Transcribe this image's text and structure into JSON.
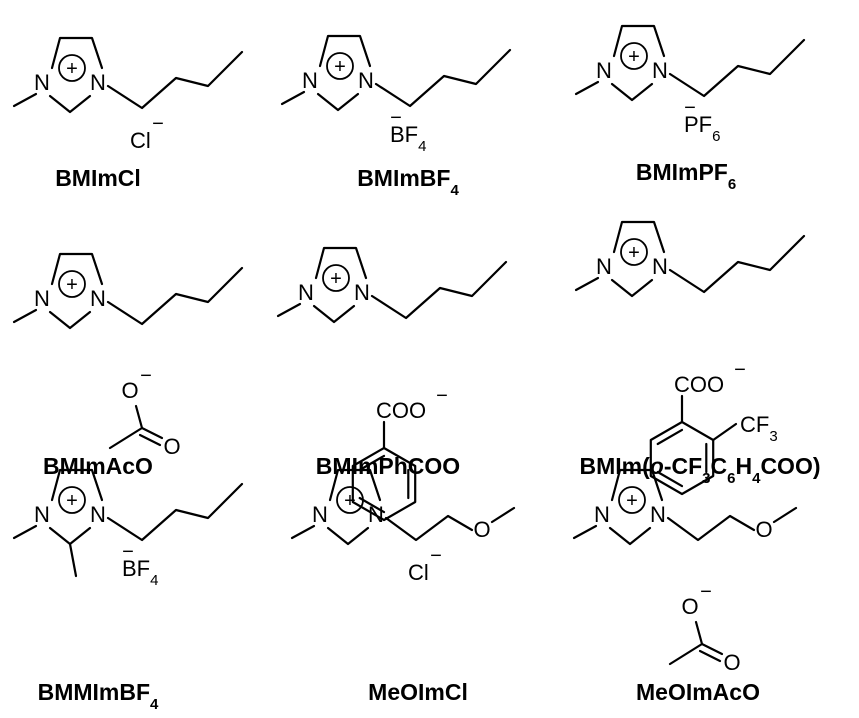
{
  "compounds": [
    {
      "cation": "butyl",
      "anion": "Cl",
      "label": [
        {
          "t": "BMImCl"
        }
      ]
    },
    {
      "cation": "butyl",
      "anion": "BF4",
      "label": [
        {
          "t": "BMImBF"
        },
        {
          "t": "4",
          "sub": true
        }
      ]
    },
    {
      "cation": "butyl",
      "anion": "PF6",
      "label": [
        {
          "t": "BMImPF"
        },
        {
          "t": "6",
          "sub": true
        }
      ]
    },
    {
      "cation": "butyl",
      "anion": "AcO",
      "label": [
        {
          "t": "BMImAcO"
        }
      ]
    },
    {
      "cation": "butyl",
      "anion": "PhCOO",
      "label": [
        {
          "t": "BMImPhCOO"
        }
      ]
    },
    {
      "cation": "butyl",
      "anion": "CF3PhCOO",
      "label": [
        {
          "t": "BMIm("
        },
        {
          "t": "o",
          "italic": true
        },
        {
          "t": "-CF"
        },
        {
          "t": "3",
          "sub": true
        },
        {
          "t": "C"
        },
        {
          "t": "6",
          "sub": true
        },
        {
          "t": "H"
        },
        {
          "t": "4",
          "sub": true
        },
        {
          "t": "COO)"
        }
      ]
    },
    {
      "cation": "butyl-2-methyl",
      "anion": "BF4",
      "label": [
        {
          "t": "BMMImBF"
        },
        {
          "t": "4",
          "sub": true
        }
      ]
    },
    {
      "cation": "methoxyethyl",
      "anion": "Cl",
      "label": [
        {
          "t": "MeOImCl"
        }
      ]
    },
    {
      "cation": "methoxyethyl",
      "anion": "AcO",
      "label": [
        {
          "t": "MeOImAcO"
        }
      ]
    }
  ],
  "atoms": {
    "N": "N",
    "O": "O",
    "Cl": "Cl",
    "B": "B",
    "P": "P",
    "F": "F",
    "C": "C",
    "charge_minus": "−",
    "charge_plus": "+",
    "cooh": "COO",
    "cf3": "CF",
    "n3": "3",
    "n4": "4",
    "n6": "6"
  }
}
